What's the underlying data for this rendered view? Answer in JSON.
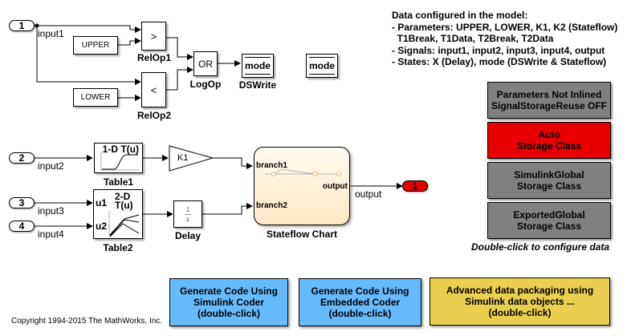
{
  "inports": [
    {
      "number": "1",
      "signal": "input1"
    },
    {
      "number": "2",
      "signal": "input2"
    },
    {
      "number": "3",
      "signal": "input3"
    },
    {
      "number": "4",
      "signal": "input4"
    }
  ],
  "outport": {
    "number": "1",
    "signal": "output"
  },
  "blocks": {
    "upper": "UPPER",
    "lower": "LOWER",
    "relop1": {
      "symbol": ">",
      "label": "RelOp1"
    },
    "relop2": {
      "symbol": "<",
      "label": "RelOp2"
    },
    "logop": {
      "symbol": "OR",
      "label": "LogOp"
    },
    "dswrite": {
      "text": "mode",
      "label": "DSWrite"
    },
    "dsmemory": {
      "text": "mode"
    },
    "table1": {
      "title": "1-D T(u)",
      "label": "Table1"
    },
    "table2": {
      "title_line1": "2-D",
      "title_line2": "T(u)",
      "port1": "u1",
      "port2": "u2",
      "label": "Table2"
    },
    "gain": {
      "text": "K1"
    },
    "delay": {
      "num": "1",
      "den": "z",
      "label": "Delay"
    },
    "stateflow": {
      "in1": "branch1",
      "in2": "branch2",
      "out": "output",
      "label": "Stateflow Chart"
    }
  },
  "info_text": {
    "lines": [
      "Data configured in the model:",
      "- Parameters: UPPER, LOWER, K1, K2 (Stateflow)",
      "  T1Break, T1Data, T2Break, T2Data",
      "- Signals: input1, input2, input3, input4, output",
      "- States: X (Delay), mode (DSWrite & Stateflow)"
    ]
  },
  "storage_buttons": [
    {
      "line1": "Parameters Not Inlined",
      "line2": "SignalStorageReuse OFF",
      "color": "#808080"
    },
    {
      "line1": "Auto",
      "line2": "Storage Class",
      "color": "#e60000"
    },
    {
      "line1": "SimulinkGlobal",
      "line2": "Storage Class",
      "color": "#808080"
    },
    {
      "line1": "ExportedGlobal",
      "line2": "Storage Class",
      "color": "#808080"
    }
  ],
  "configure_hint": "Double-click to configure data",
  "generate_buttons": [
    {
      "line1": "Generate Code Using",
      "line2": "Simulink Coder",
      "line3": "(double-click)",
      "color": "#66bbff"
    },
    {
      "line1": "Generate Code Using",
      "line2": "Embedded Coder",
      "line3": "(double-click)",
      "color": "#66bbff"
    },
    {
      "line1": "Advanced data packaging using",
      "line2": "Simulink data objects ...",
      "line3": "(double-click)",
      "color": "#e8cf50"
    }
  ],
  "copyright": "Copyright 1994-2015 The MathWorks, Inc."
}
